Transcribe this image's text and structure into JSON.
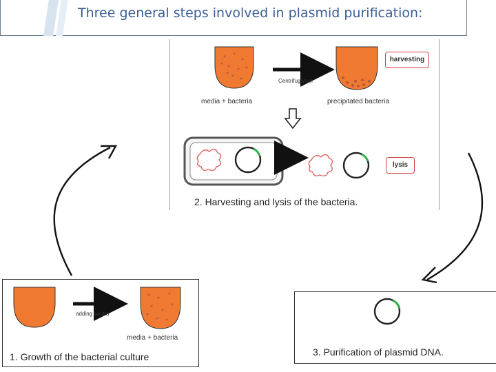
{
  "title": "Three general steps involved in plasmid purification:",
  "step1": {
    "caption": "1. Growth of the bacterial culture",
    "arrow_label": "adding bactra",
    "tube_label": "media + bacteria"
  },
  "step2": {
    "caption": "2. Harvesting and lysis of the bacteria.",
    "tube1_label": "media + bacteria",
    "arrow_label": "Centrifugation",
    "tube2_label": "precipitated bacteria",
    "tag_harvesting": "harvesting",
    "tag_lysis": "lysis"
  },
  "step3": {
    "caption": "3. Purification of plasmid DNA."
  },
  "colors": {
    "culture": "#f07a32",
    "title": "#3a5e95",
    "plasmid_insert": "#2fb34a",
    "debris": "#e06060"
  }
}
